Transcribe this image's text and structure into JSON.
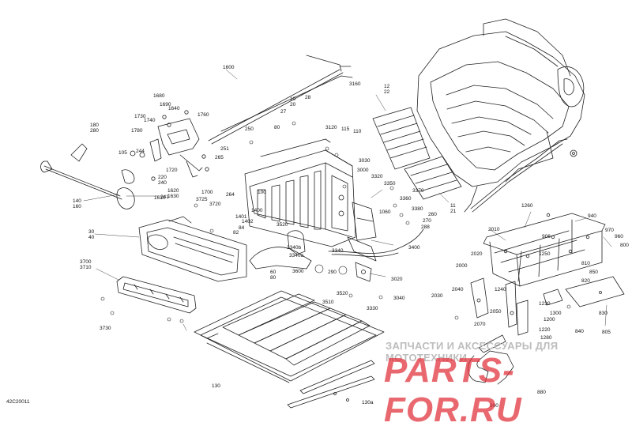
{
  "diagram": {
    "code": "42C20011",
    "labels": [
      [
        "1600"
      ],
      [
        "3160"
      ],
      [
        "12",
        "22"
      ],
      [
        "1680"
      ],
      [
        "1690"
      ],
      [
        "1640"
      ],
      [
        "1730"
      ],
      [
        "1740"
      ],
      [
        "1780"
      ],
      [
        "1760"
      ],
      [
        "27"
      ],
      [
        "10",
        "20"
      ],
      [
        "28"
      ],
      [
        "250"
      ],
      [
        "80"
      ],
      [
        "3120"
      ],
      [
        "115"
      ],
      [
        "110"
      ],
      [
        "180",
        "280"
      ],
      [
        "105"
      ],
      [
        "244"
      ],
      [
        "1720"
      ],
      [
        "251"
      ],
      [
        "265"
      ],
      [
        "3030"
      ],
      [
        "3000"
      ],
      [
        "220",
        "240"
      ],
      [
        "1620",
        "1630"
      ],
      [
        "1610"
      ],
      [
        "1700"
      ],
      [
        "264"
      ],
      [
        "100"
      ],
      [
        "3320"
      ],
      [
        "3350"
      ],
      [
        "3370"
      ],
      [
        "241"
      ],
      [
        "140",
        "160"
      ],
      [
        "3725"
      ],
      [
        "3720"
      ],
      [
        "3360"
      ],
      [
        "3380"
      ],
      [
        "1060"
      ],
      [
        "260"
      ],
      [
        "270"
      ],
      [
        "288"
      ],
      [
        "1400"
      ],
      [
        "1401"
      ],
      [
        "1402"
      ],
      [
        "84"
      ],
      [
        "82"
      ],
      [
        "3520"
      ],
      [
        "11",
        "21"
      ],
      [
        "30",
        "40"
      ],
      [
        "3400"
      ],
      [
        "3340b"
      ],
      [
        "3340a"
      ],
      [
        "3340"
      ],
      [
        "3700",
        "3710"
      ],
      [
        "60",
        "80"
      ],
      [
        "3600"
      ],
      [
        "290"
      ],
      [
        "3020"
      ],
      [
        "3510"
      ],
      [
        "3520"
      ],
      [
        "3040"
      ],
      [
        "3330"
      ],
      [
        "3730"
      ],
      [
        "130"
      ],
      [
        "130a"
      ],
      [
        "1260"
      ],
      [
        "940"
      ],
      [
        "2010"
      ],
      [
        "906"
      ],
      [
        "970"
      ],
      [
        "960"
      ],
      [
        "800"
      ],
      [
        "2020"
      ],
      [
        "1250"
      ],
      [
        "2000"
      ],
      [
        "810"
      ],
      [
        "850"
      ],
      [
        "820"
      ],
      [
        "2040"
      ],
      [
        "2030"
      ],
      [
        "1240"
      ],
      [
        "1230"
      ],
      [
        "1300"
      ],
      [
        "830"
      ],
      [
        "2050"
      ],
      [
        "1200"
      ],
      [
        "2070"
      ],
      [
        "1220"
      ],
      [
        "840"
      ],
      [
        "1280"
      ],
      [
        "805"
      ],
      [
        "880"
      ],
      [
        "900"
      ]
    ]
  },
  "watermark": {
    "top_text": "ЗАПЧАСТИ И АКСЕССУАРЫ ДЛЯ МОТОТЕХНИКИ",
    "logo_text": "PARTS-FOR.RU"
  }
}
